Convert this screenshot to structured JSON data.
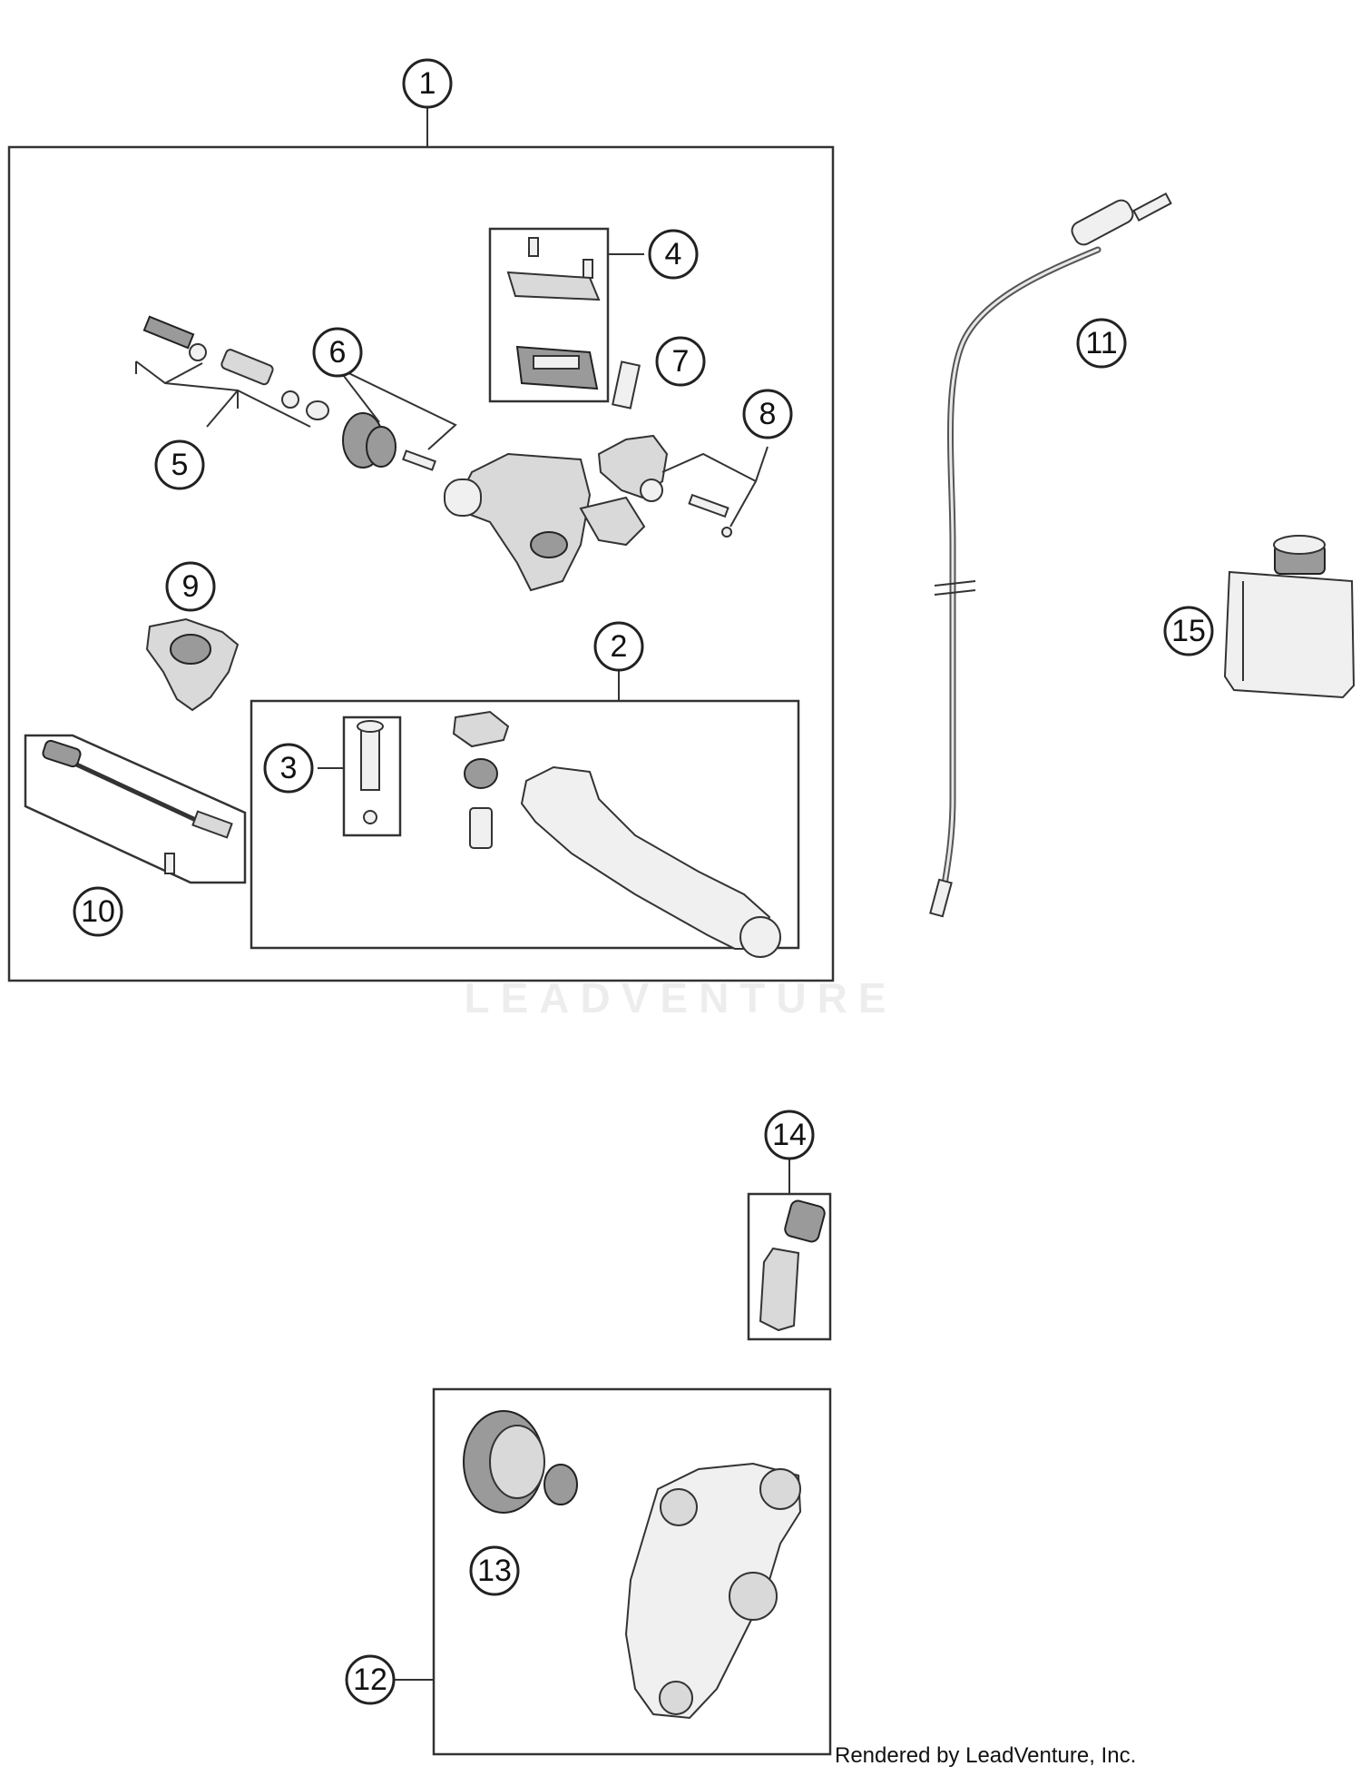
{
  "callouts": [
    "1",
    "2",
    "3",
    "4",
    "5",
    "6",
    "7",
    "8",
    "9",
    "10",
    "11",
    "12",
    "13",
    "14",
    "15"
  ],
  "watermark": "LEADVENTURE",
  "credit": "Rendered by LeadVenture, Inc.",
  "colors": {
    "line": "#333333",
    "part_fill": "#d9d9d9",
    "background": "#ffffff"
  }
}
